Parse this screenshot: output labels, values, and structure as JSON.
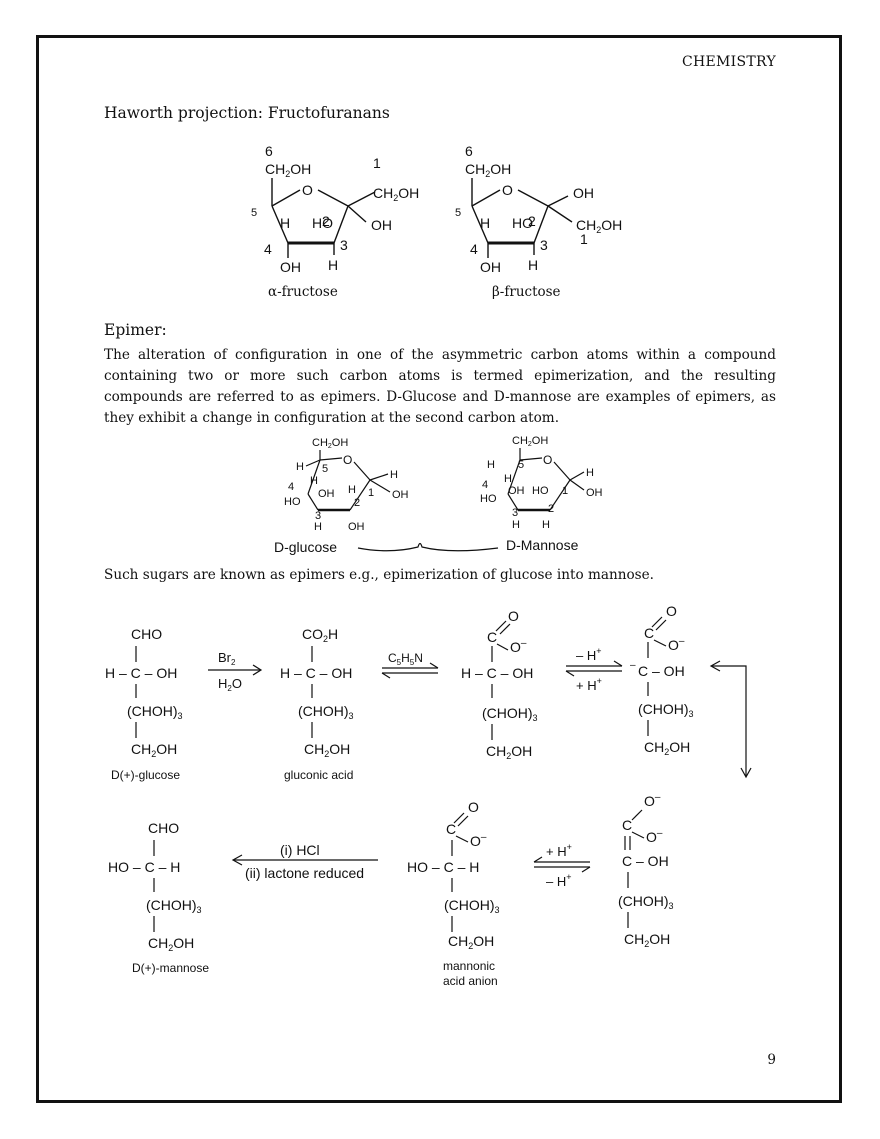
{
  "header": {
    "title": "CHEMISTRY"
  },
  "haworth": {
    "heading": "Haworth projection: Fructofuranans",
    "alpha_caption": "α-fructose",
    "beta_caption": "β-fructose"
  },
  "epimer": {
    "heading": "Epimer:",
    "paragraph": "The alteration of configuration in one of the asymmetric carbon atoms within a compound containing two or more such carbon atoms is termed epimerization, and the resulting compounds are referred to as epimers. D-Glucose and D-mannose are examples of epimers, as they exhibit a change in configuration at the second carbon atom.",
    "glucose_label": "D-glucose",
    "mannose_label": "D-Mannose",
    "note": "Such sugars are known as epimers e.g., epimerization of glucose into mannose."
  },
  "scheme": {
    "glucose_caption": "D(+)-glucose",
    "gluconic_caption": "gluconic acid",
    "mannose_caption": "D(+)-mannose",
    "mannonic_caption_1": "mannonic",
    "mannonic_caption_2": "acid anion",
    "reagent_br2": "Br",
    "reagent_h2o": "H",
    "reagent_pyridine": "C",
    "minus_h": "– H",
    "plus_h": "+ H",
    "plus_h_lower": "+ H",
    "minus_h_lower": "– H",
    "hcl_step": "(i) HCl",
    "lactone_step": "(ii) lactone reduced"
  },
  "footer": {
    "page_number": "9"
  }
}
